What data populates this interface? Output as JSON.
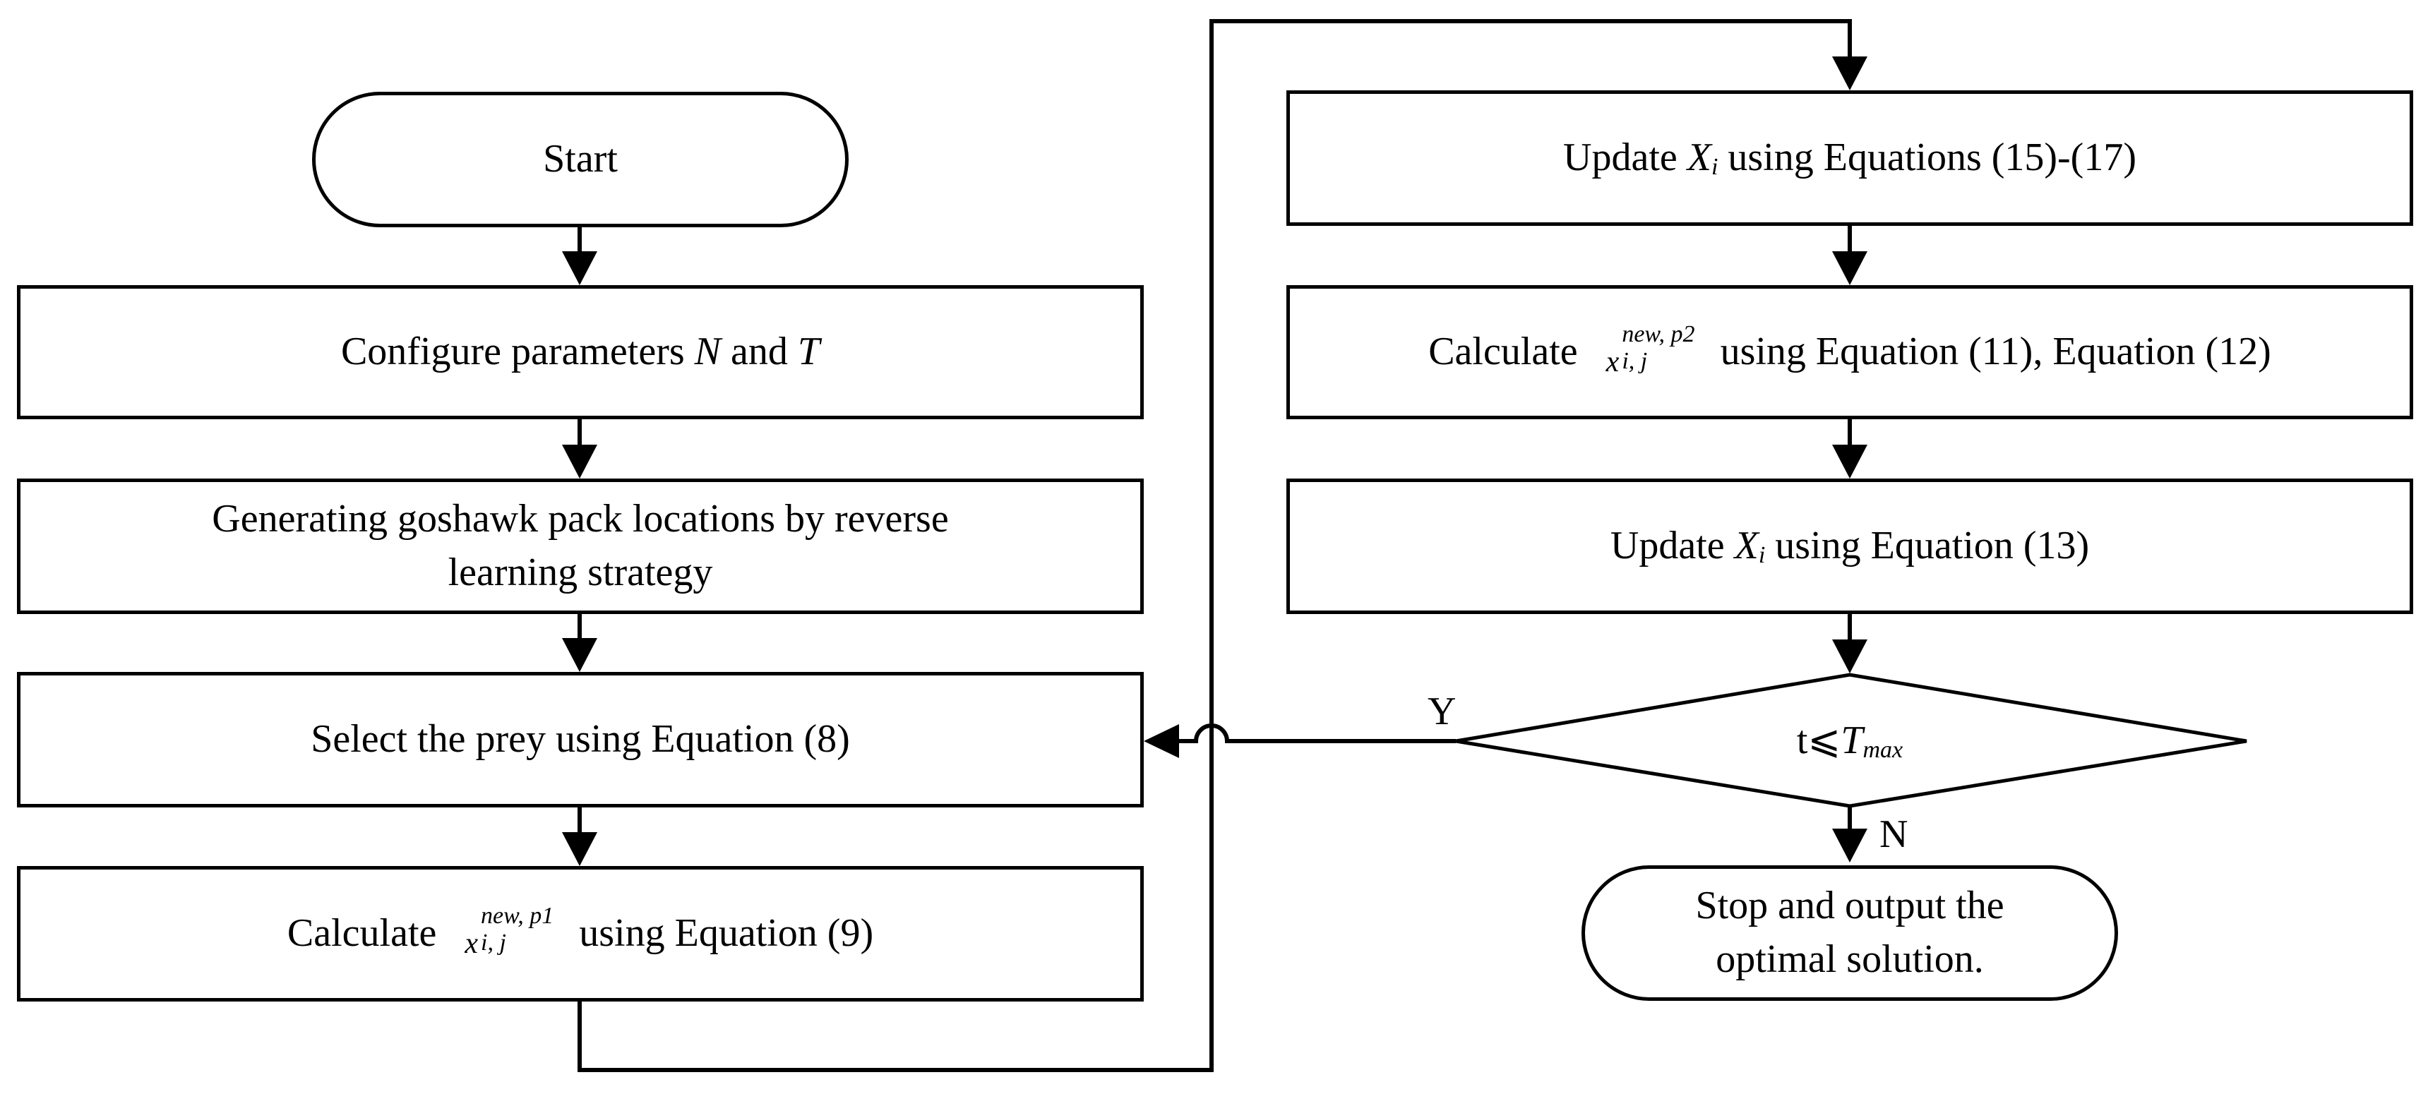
{
  "nodes": {
    "start": "Start",
    "configure": {
      "pre": "Configure parameters ",
      "n": "N",
      "mid": " and ",
      "t": "T"
    },
    "generate": {
      "line1": "Generating goshawk pack locations by reverse",
      "line2": "learning strategy"
    },
    "select": "Select the prey using Equation (8)",
    "calc1": {
      "pre": "Calculate",
      "base": "x",
      "sup": "new, p1",
      "sub": "i, j",
      "post": "using Equation (9)"
    },
    "update1": {
      "pre": "Update ",
      "var": "X",
      "sub": "i",
      "post": " using Equations (15)-(17)"
    },
    "calc2": {
      "pre": "Calculate",
      "base": "x",
      "sup": "new, p2",
      "sub": "i, j",
      "post": "using Equation (11), Equation (12)"
    },
    "update2": {
      "pre": "Update ",
      "var": "X",
      "sub": "i",
      "post": " using Equation (13)"
    },
    "decision": {
      "pre": "t⩽",
      "var": "T",
      "sub": "max"
    },
    "stop": {
      "line1": "Stop and output the",
      "line2": "optimal solution."
    }
  },
  "edge_labels": {
    "yes": "Y",
    "no": "N"
  }
}
